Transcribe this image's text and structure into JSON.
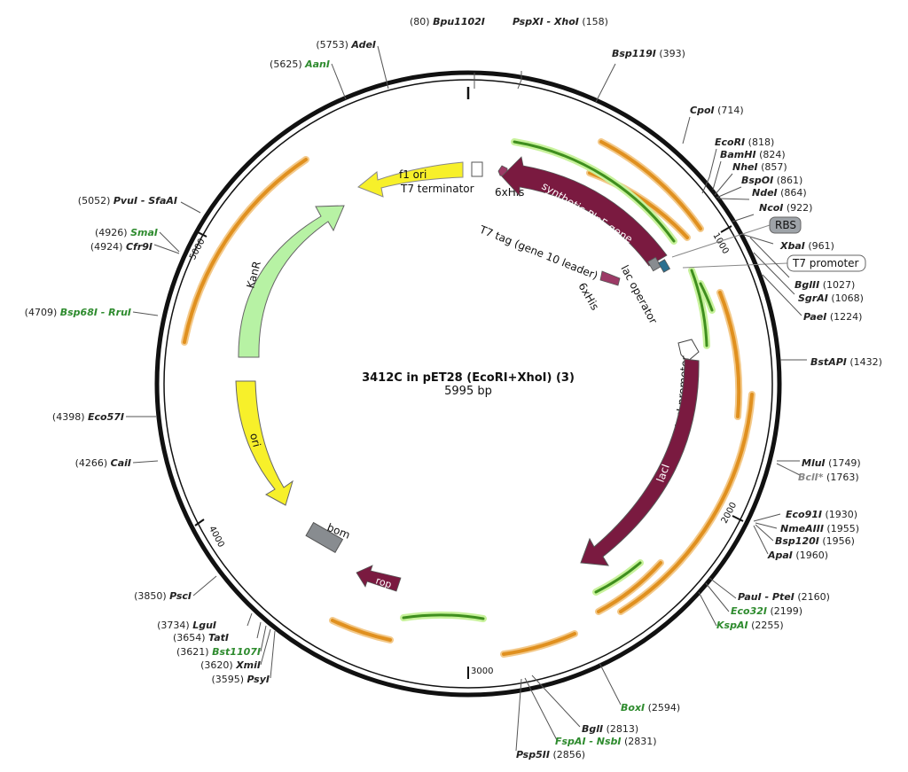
{
  "title": "3412C in pET28 (EcoRI+XhoI) (3)",
  "length": "5995 bp",
  "total_bp": 5995,
  "ticks": [
    "1000",
    "2000",
    "3000",
    "4000",
    "5000"
  ],
  "features": {
    "f1_ori": "f1 ori",
    "t7_terminator": "T7 terminator",
    "sixhis_top": "6xHis",
    "synthetic_gene": "synthetic PlnF gene",
    "t7_tag": "T7 tag (gene 10 leader)",
    "lac_operator": "lac operator",
    "sixhis_bottom": "6xHis",
    "rbs": "RBS",
    "t7_promoter": "T7 promoter",
    "kanr": "KanR",
    "ori": "ori",
    "laci_promoter": "lacI promoter",
    "laci": "lacI",
    "bom": "bom",
    "rop": "rop"
  },
  "sites": [
    {
      "name": "Bpu1102I",
      "pos": "(80)"
    },
    {
      "name": "PspXI - XhoI",
      "pos": "(158)"
    },
    {
      "name": "Bsp119I",
      "pos": "(393)"
    },
    {
      "name": "CpoI",
      "pos": "(714)"
    },
    {
      "name": "EcoRI",
      "pos": "(818)"
    },
    {
      "name": "BamHI",
      "pos": "(824)"
    },
    {
      "name": "NheI",
      "pos": "(857)"
    },
    {
      "name": "BspOI",
      "pos": "(861)"
    },
    {
      "name": "NdeI",
      "pos": "(864)"
    },
    {
      "name": "NcoI",
      "pos": "(922)"
    },
    {
      "name": "XbaI",
      "pos": "(961)"
    },
    {
      "name": "BglII",
      "pos": "(1027)"
    },
    {
      "name": "SgrAI",
      "pos": "(1068)"
    },
    {
      "name": "PaeI",
      "pos": "(1224)"
    },
    {
      "name": "BstAPI",
      "pos": "(1432)"
    },
    {
      "name": "MluI",
      "pos": "(1749)"
    },
    {
      "name": "BclI*",
      "pos": "(1763)"
    },
    {
      "name": "Eco91I",
      "pos": "(1930)"
    },
    {
      "name": "NmeAIII",
      "pos": "(1955)"
    },
    {
      "name": "Bsp120I",
      "pos": "(1956)"
    },
    {
      "name": "ApaI",
      "pos": "(1960)"
    },
    {
      "name": "PauI - PteI",
      "pos": "(2160)"
    },
    {
      "name": "Eco32I",
      "pos": "(2199)"
    },
    {
      "name": "KspAI",
      "pos": "(2255)"
    },
    {
      "name": "BoxI",
      "pos": "(2594)"
    },
    {
      "name": "BglI",
      "pos": "(2813)"
    },
    {
      "name": "FspAI - NsbI",
      "pos": "(2831)"
    },
    {
      "name": "Psp5II",
      "pos": "(2856)"
    },
    {
      "name": "PsyI",
      "pos": "(3595)"
    },
    {
      "name": "XmiI",
      "pos": "(3620)"
    },
    {
      "name": "Bst1107I",
      "pos": "(3621)"
    },
    {
      "name": "TatI",
      "pos": "(3654)"
    },
    {
      "name": "LguI",
      "pos": "(3734)"
    },
    {
      "name": "PscI",
      "pos": "(3850)"
    },
    {
      "name": "CaiI",
      "pos": "(4266)"
    },
    {
      "name": "Eco57I",
      "pos": "(4398)"
    },
    {
      "name": "Bsp68I - RruI",
      "pos": "(4709)"
    },
    {
      "name": "Cfr9I",
      "pos": "(4924)"
    },
    {
      "name": "SmaI",
      "pos": "(4926)"
    },
    {
      "name": "PvuI - SfaAI",
      "pos": "(5052)"
    },
    {
      "name": "AanI",
      "pos": "(5625)"
    },
    {
      "name": "AdeI",
      "pos": "(5753)"
    }
  ],
  "colors": {
    "backbone": "#111111",
    "orange_orf": "#e8a23a",
    "green_orf": "#7ccd3a",
    "maroon": "#7a1a40",
    "yellow": "#f7f02a",
    "light_green": "#b7f2a4",
    "gray": "#888c90",
    "site_green": "#2e8b2e"
  }
}
